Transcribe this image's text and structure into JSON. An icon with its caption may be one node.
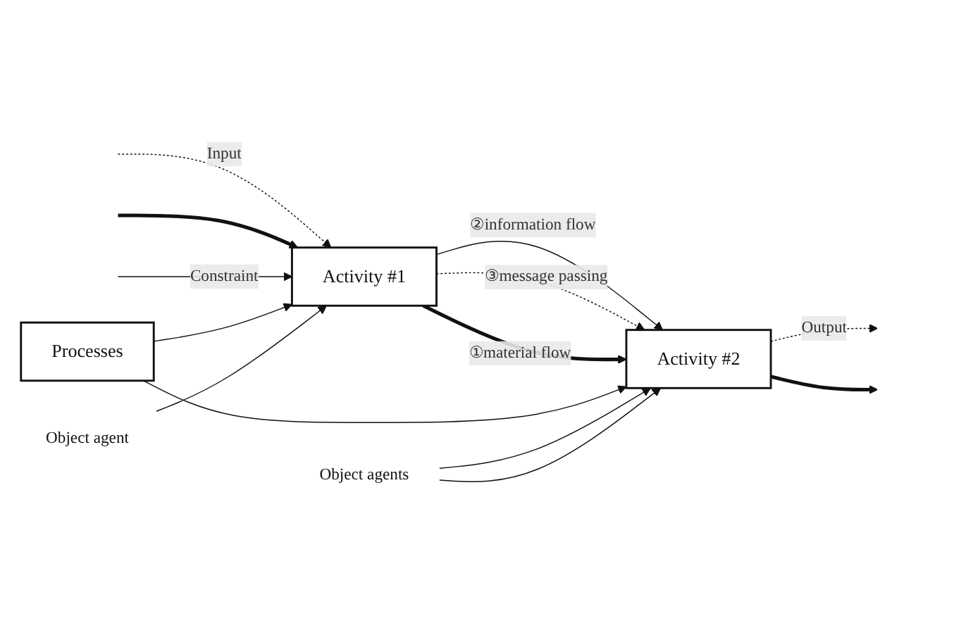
{
  "diagram": {
    "nodes": [
      {
        "text": [
          "Activity #1"
        ]
      },
      {
        "text": [
          "Processes"
        ]
      },
      {
        "text": [
          "Activity #2"
        ]
      },
      {
        "text": [
          "Object agent"
        ]
      },
      {
        "text": [
          "Object agents"
        ]
      }
    ],
    "edges": [
      {
        "from": null,
        "to": 0,
        "arrow": "to",
        "label": "Input",
        "style": "dashed"
      },
      {
        "from": null,
        "to": 0,
        "arrow": "to",
        "style": "thick"
      },
      {
        "from": null,
        "to": 0,
        "arrow": "to",
        "label": "Constraint"
      },
      {
        "from": 1,
        "to": 0,
        "arrow": "to"
      },
      {
        "from": 0,
        "to": 2,
        "arrow": "to",
        "label": "②information flow"
      },
      {
        "from": 0,
        "to": 2,
        "arrow": "to",
        "label": "③message passing",
        "style": "dashed"
      },
      {
        "from": 0,
        "to": 2,
        "arrow": "to",
        "label": "①material flow",
        "style": "thick"
      },
      {
        "from": 1,
        "to": 2,
        "arrow": "to"
      },
      {
        "from": 3,
        "to": 0,
        "arrow": "to"
      },
      {
        "from": 4,
        "to": 2,
        "arrow": "to"
      },
      {
        "from": 4,
        "to": 2,
        "arrow": "to"
      },
      {
        "from": 2,
        "to": null,
        "arrow": "to",
        "label": "Output",
        "style": "dashed"
      },
      {
        "from": 2,
        "to": null,
        "arrow": "to",
        "style": "thick"
      }
    ]
  }
}
